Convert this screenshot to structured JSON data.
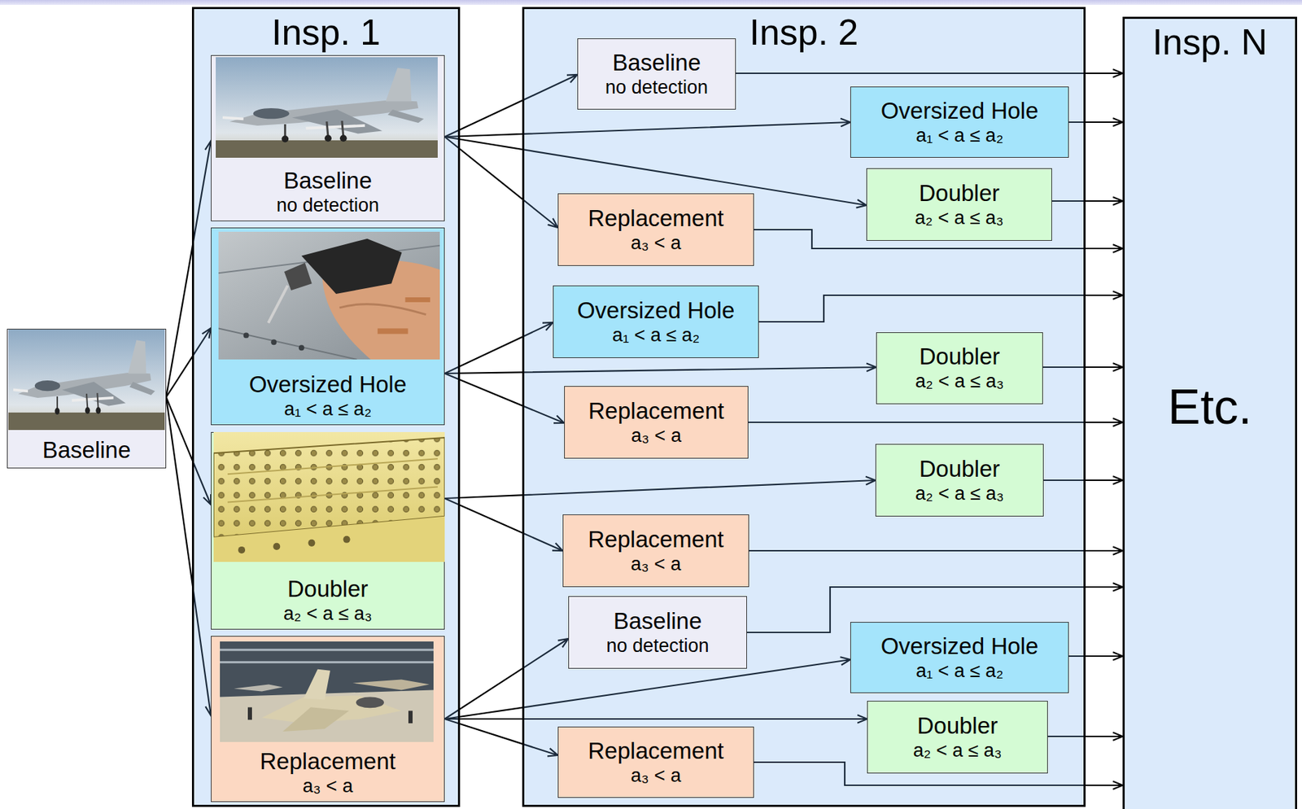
{
  "diagram": {
    "nodes": [
      {
        "text": [
          "Baseline"
        ]
      },
      {
        "text": [
          "Insp. 1"
        ]
      },
      {
        "text": [
          "Baseline",
          "no detection"
        ],
        "in": 1
      },
      {
        "text": [
          "Oversized Hole",
          "a₁ < a ≤ a₂"
        ],
        "in": 1
      },
      {
        "text": [
          "Doubler",
          "a₂ < a ≤ a₃"
        ],
        "in": 1
      },
      {
        "text": [
          "Replacement",
          "a₃ < a"
        ],
        "in": 1
      },
      {
        "text": [
          "Insp. 2"
        ]
      },
      {
        "text": [
          "Baseline",
          "no detection"
        ],
        "in": 6
      },
      {
        "text": [
          "Oversized Hole",
          "a₁ < a ≤ a₂"
        ],
        "in": 6
      },
      {
        "text": [
          "Doubler",
          "a₂ < a ≤ a₃"
        ],
        "in": 6
      },
      {
        "text": [
          "Replacement",
          "a₃ < a"
        ],
        "in": 6
      },
      {
        "text": [
          "Oversized Hole",
          "a₁ < a ≤ a₂"
        ],
        "in": 6
      },
      {
        "text": [
          "Doubler",
          "a₂ < a ≤ a₃"
        ],
        "in": 6
      },
      {
        "text": [
          "Replacement",
          "a₃ < a"
        ],
        "in": 6
      },
      {
        "text": [
          "Doubler",
          "a₂ < a ≤ a₃"
        ],
        "in": 6
      },
      {
        "text": [
          "Replacement",
          "a₃ < a"
        ],
        "in": 6
      },
      {
        "text": [
          "Baseline",
          "no detection"
        ],
        "in": 6
      },
      {
        "text": [
          "Oversized Hole",
          "a₁ < a ≤ a₂"
        ],
        "in": 6
      },
      {
        "text": [
          "Doubler",
          "a₂ < a ≤ a₃"
        ],
        "in": 6
      },
      {
        "text": [
          "Replacement",
          "a₃ < a"
        ],
        "in": 6
      },
      {
        "text": [
          "Insp. N",
          "Etc."
        ]
      }
    ],
    "edges": [
      {
        "from": 0,
        "to": 2,
        "arrow": "to"
      },
      {
        "from": 0,
        "to": 3,
        "arrow": "to"
      },
      {
        "from": 0,
        "to": 4,
        "arrow": "to"
      },
      {
        "from": 0,
        "to": 5,
        "arrow": "to"
      },
      {
        "from": 2,
        "to": 7,
        "arrow": "to"
      },
      {
        "from": 2,
        "to": 8,
        "arrow": "to"
      },
      {
        "from": 2,
        "to": 9,
        "arrow": "to"
      },
      {
        "from": 2,
        "to": 10,
        "arrow": "to"
      },
      {
        "from": 3,
        "to": 11,
        "arrow": "to"
      },
      {
        "from": 3,
        "to": 12,
        "arrow": "to"
      },
      {
        "from": 3,
        "to": 13,
        "arrow": "to"
      },
      {
        "from": 4,
        "to": 14,
        "arrow": "to"
      },
      {
        "from": 4,
        "to": 15,
        "arrow": "to"
      },
      {
        "from": 5,
        "to": 16,
        "arrow": "to"
      },
      {
        "from": 5,
        "to": 17,
        "arrow": "to"
      },
      {
        "from": 5,
        "to": 18,
        "arrow": "to"
      },
      {
        "from": 5,
        "to": 19,
        "arrow": "to"
      },
      {
        "from": 7,
        "to": 20,
        "arrow": "to"
      },
      {
        "from": 8,
        "to": 20,
        "arrow": "to"
      },
      {
        "from": 9,
        "to": 20,
        "arrow": "to"
      },
      {
        "from": 10,
        "to": 20,
        "arrow": "to"
      },
      {
        "from": 11,
        "to": 20,
        "arrow": "to"
      },
      {
        "from": 12,
        "to": 20,
        "arrow": "to"
      },
      {
        "from": 13,
        "to": 20,
        "arrow": "to"
      },
      {
        "from": 14,
        "to": 20,
        "arrow": "to"
      },
      {
        "from": 15,
        "to": 20,
        "arrow": "to"
      },
      {
        "from": 16,
        "to": 20,
        "arrow": "to"
      },
      {
        "from": 17,
        "to": 20,
        "arrow": "to"
      },
      {
        "from": 18,
        "to": 20,
        "arrow": "to"
      },
      {
        "from": 19,
        "to": 20,
        "arrow": "to"
      }
    ]
  }
}
